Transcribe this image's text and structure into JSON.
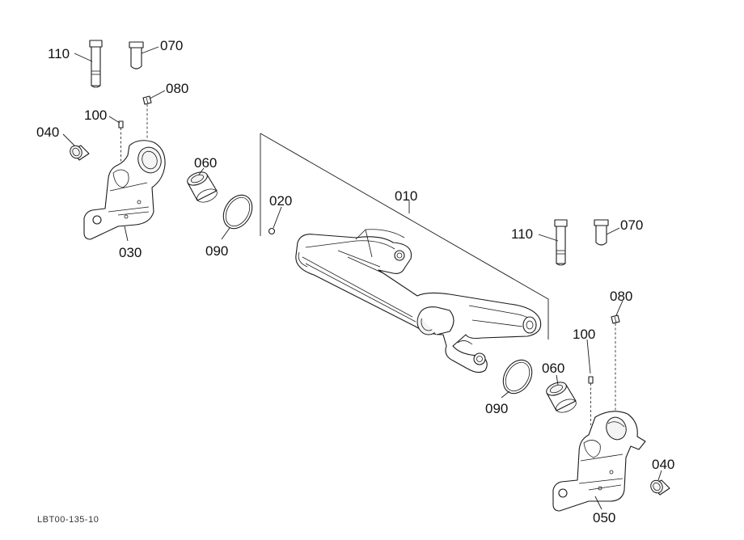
{
  "callouts": {
    "c110_top": "110",
    "c070_top": "070",
    "c080_top": "080",
    "c100_top": "100",
    "c040_top": "040",
    "c060_top": "060",
    "c030": "030",
    "c090_top": "090",
    "c020": "020",
    "c010": "010",
    "c110_bottom": "110",
    "c070_bottom": "070",
    "c080_bottom": "080",
    "c100_bottom": "100",
    "c060_bottom": "060",
    "c090_bottom": "090",
    "c040_bottom": "040",
    "c050": "050"
  },
  "reference_code": "LBT00-135-10"
}
